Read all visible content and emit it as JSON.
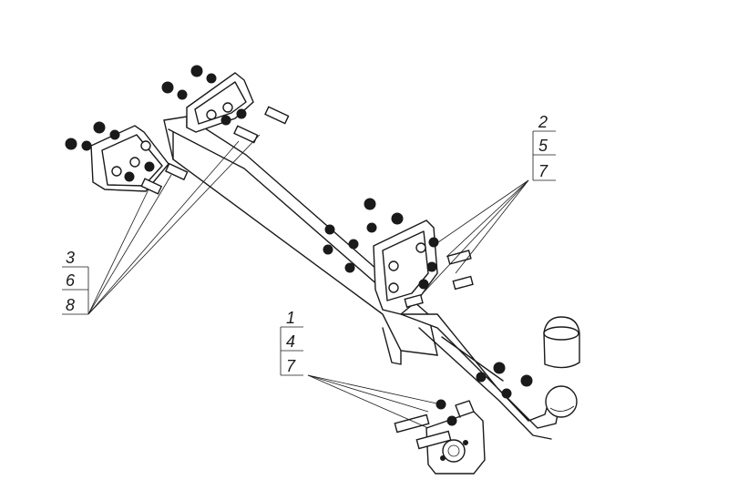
{
  "callouts": {
    "upper_right": {
      "numbers": [
        "2",
        "5",
        "7"
      ]
    },
    "left": {
      "numbers": [
        "3",
        "6",
        "8"
      ]
    },
    "bottom": {
      "numbers": [
        "1",
        "4",
        "7"
      ]
    }
  },
  "colors": {
    "line": "#1a1a1a",
    "background": "#ffffff"
  }
}
